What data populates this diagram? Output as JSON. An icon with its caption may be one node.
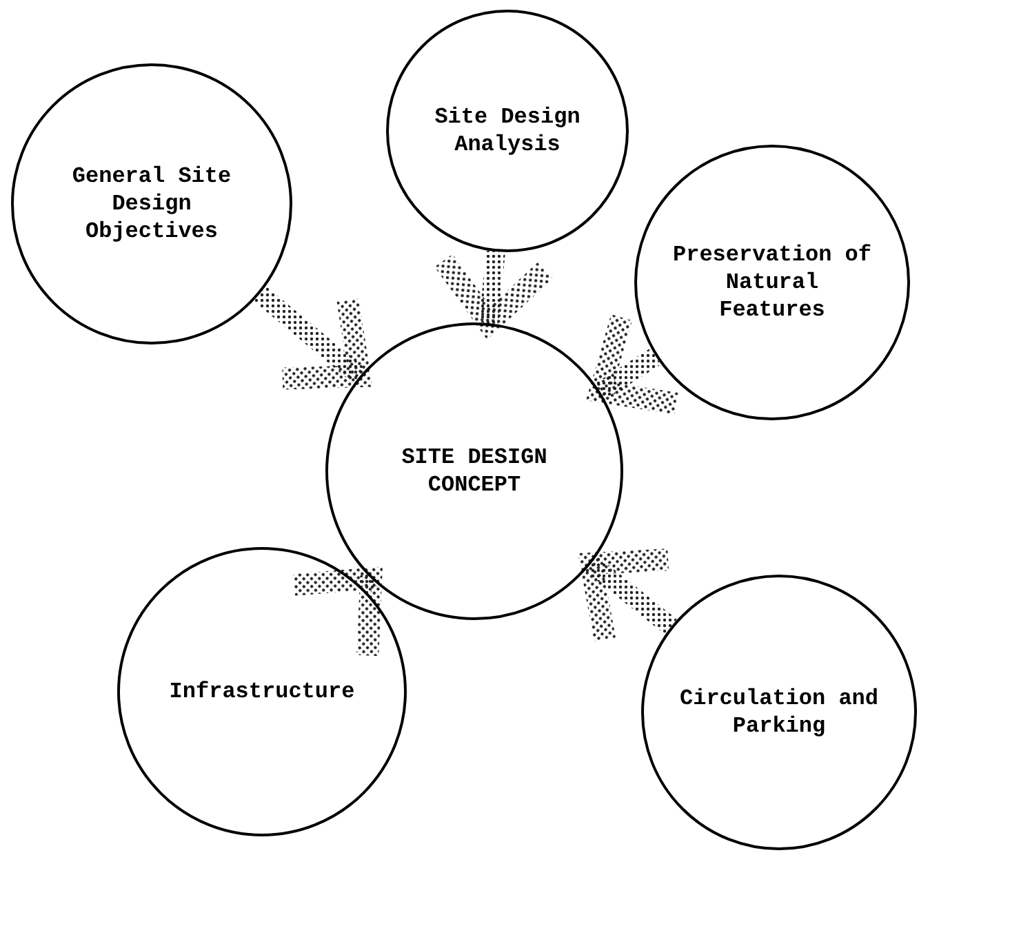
{
  "diagram": {
    "nodes": [
      {
        "text": [
          "Site Design Analysis"
        ]
      },
      {
        "text": [
          "General Site Design Objectives"
        ]
      },
      {
        "text": [
          "Preservation of Natural Features"
        ]
      },
      {
        "text": [
          "SITE DESIGN CONCEPT"
        ]
      },
      {
        "text": [
          "Infrastructure"
        ]
      },
      {
        "text": [
          "Circulation and Parking"
        ]
      }
    ],
    "edges": [
      {
        "from": 0,
        "to": 3,
        "arrow": "to"
      },
      {
        "from": 1,
        "to": 3,
        "arrow": "to"
      },
      {
        "from": 2,
        "to": 3,
        "arrow": "to"
      },
      {
        "from": 4,
        "to": 3,
        "arrow": "to"
      },
      {
        "from": 5,
        "to": 3,
        "arrow": "to"
      }
    ]
  }
}
